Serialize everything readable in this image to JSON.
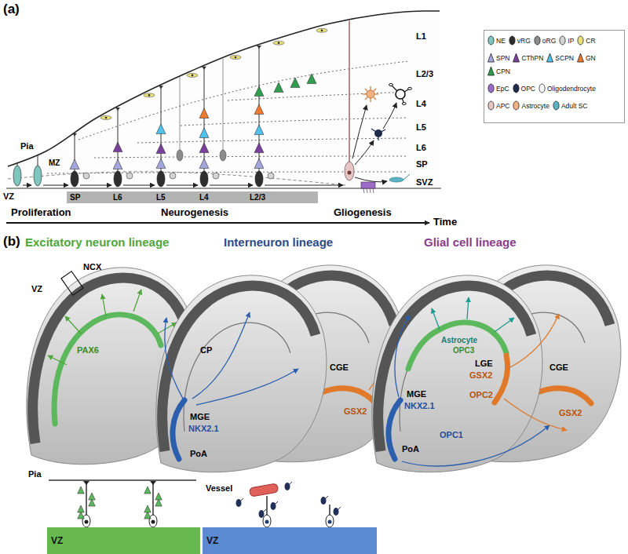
{
  "diagram": {
    "nodes": [
      {
        "text": [
          "VZ"
        ]
      },
      {
        "text": [
          "VZ"
        ]
      }
    ],
    "labels": [
      "(a)",
      "Pia",
      "MZ",
      "VZ",
      "L1",
      "L2/3",
      "L4",
      "L5",
      "L6",
      "SP",
      "SVZ",
      "SP",
      "L6",
      "L5",
      "L4",
      "L2/3",
      "Proliferation",
      "Neurogenesis",
      "Gliogenesis",
      "Time",
      "(b)",
      "Excitatory neuron lineage",
      "Interneuron lineage",
      "Glial cell lineage",
      "VZ",
      "NCX",
      "PAX6",
      "CP",
      "MGE",
      "NKX2.1",
      "PoA",
      "CGE",
      "GSX2",
      "Astrocyte",
      "OPC3",
      "LGE",
      "GSX2",
      "MGE",
      "NKX2.1",
      "OPC2",
      "CGE",
      "GSX2",
      "PoA",
      "OPC1",
      "Pia",
      "Vessel"
    ],
    "legend": [
      {
        "text": "NE",
        "color": "#7cc6bd"
      },
      {
        "text": "vRG",
        "color": "#2e2e2e"
      },
      {
        "text": "oRG",
        "color": "#8c8c8c"
      },
      {
        "text": "IP",
        "color": "#d4d4d4"
      },
      {
        "text": "CR",
        "color": "#e9e07a"
      },
      {
        "text": "SPN",
        "color": "#a3a6dc"
      },
      {
        "text": "CThPN",
        "color": "#7b3f9e"
      },
      {
        "text": "SCPN",
        "color": "#4fc3ef"
      },
      {
        "text": "GN",
        "color": "#f07b2e"
      },
      {
        "text": "CPN",
        "color": "#2f9e4f"
      },
      {
        "text": "EpC",
        "color": "#9a6bc8"
      },
      {
        "text": "OPC",
        "color": "#1f2b4d"
      },
      {
        "text": "Oligodendrocyte",
        "color": "#ffffff"
      },
      {
        "text": "APC",
        "color": "#e8c4c4"
      },
      {
        "text": "Astrocyte",
        "color": "#f5b383"
      },
      {
        "text": "Adult SC",
        "color": "#5ab4c4"
      }
    ]
  }
}
